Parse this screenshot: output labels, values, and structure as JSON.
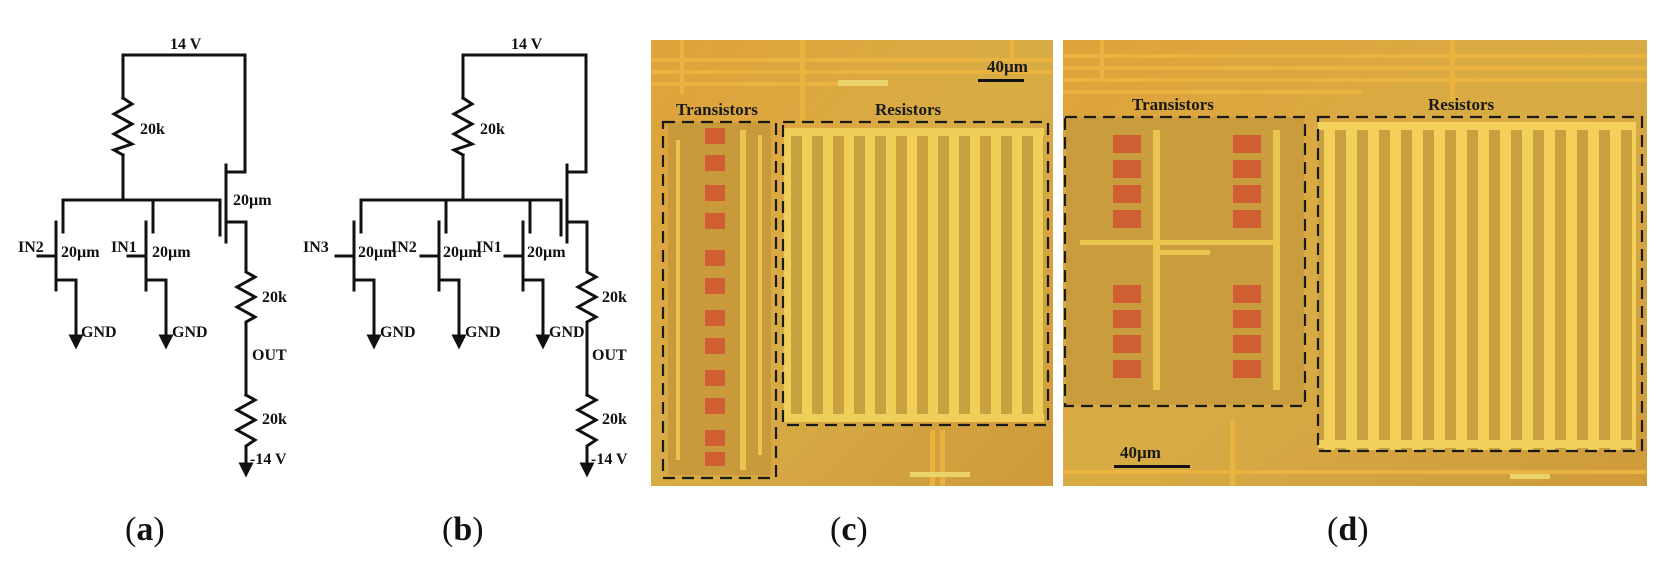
{
  "panel_a": {
    "vdd": "14 V",
    "r_top": "20k",
    "w_load": "20µm",
    "in2": "IN2",
    "w_in2": "20µm",
    "in1": "IN1",
    "w_in1": "20µm",
    "gnd1": "GND",
    "gnd2": "GND",
    "r_mid": "20k",
    "out": "OUT",
    "r_bot": "20k",
    "vss": "-14 V"
  },
  "panel_b": {
    "vdd": "14 V",
    "r_top": "20k",
    "in3": "IN3",
    "w_in3": "20µm",
    "in2": "IN2",
    "w_in2": "20µm",
    "in1": "IN1",
    "w_in1": "20µm",
    "gnd1": "GND",
    "gnd2": "GND",
    "gnd3": "GND",
    "r_mid": "20k",
    "out": "OUT",
    "r_bot": "20k",
    "vss": "-14 V"
  },
  "panel_c": {
    "scale": "40µm",
    "transistors": "Transistors",
    "resistors": "Resistors"
  },
  "panel_d": {
    "scale": "40µm",
    "transistors": "Transistors",
    "resistors": "Resistors"
  },
  "captions": [
    {
      "open": "(",
      "letter": "a",
      "close": ")"
    },
    {
      "open": "(",
      "letter": "b",
      "close": ")"
    },
    {
      "open": "(",
      "letter": "c",
      "close": ")"
    },
    {
      "open": "(",
      "letter": "d",
      "close": ")"
    }
  ],
  "colors": {
    "chip_bg": "#d9a640",
    "metal": "#f2c24a",
    "trace": "#e6a53a",
    "pad": "#c8572f"
  }
}
